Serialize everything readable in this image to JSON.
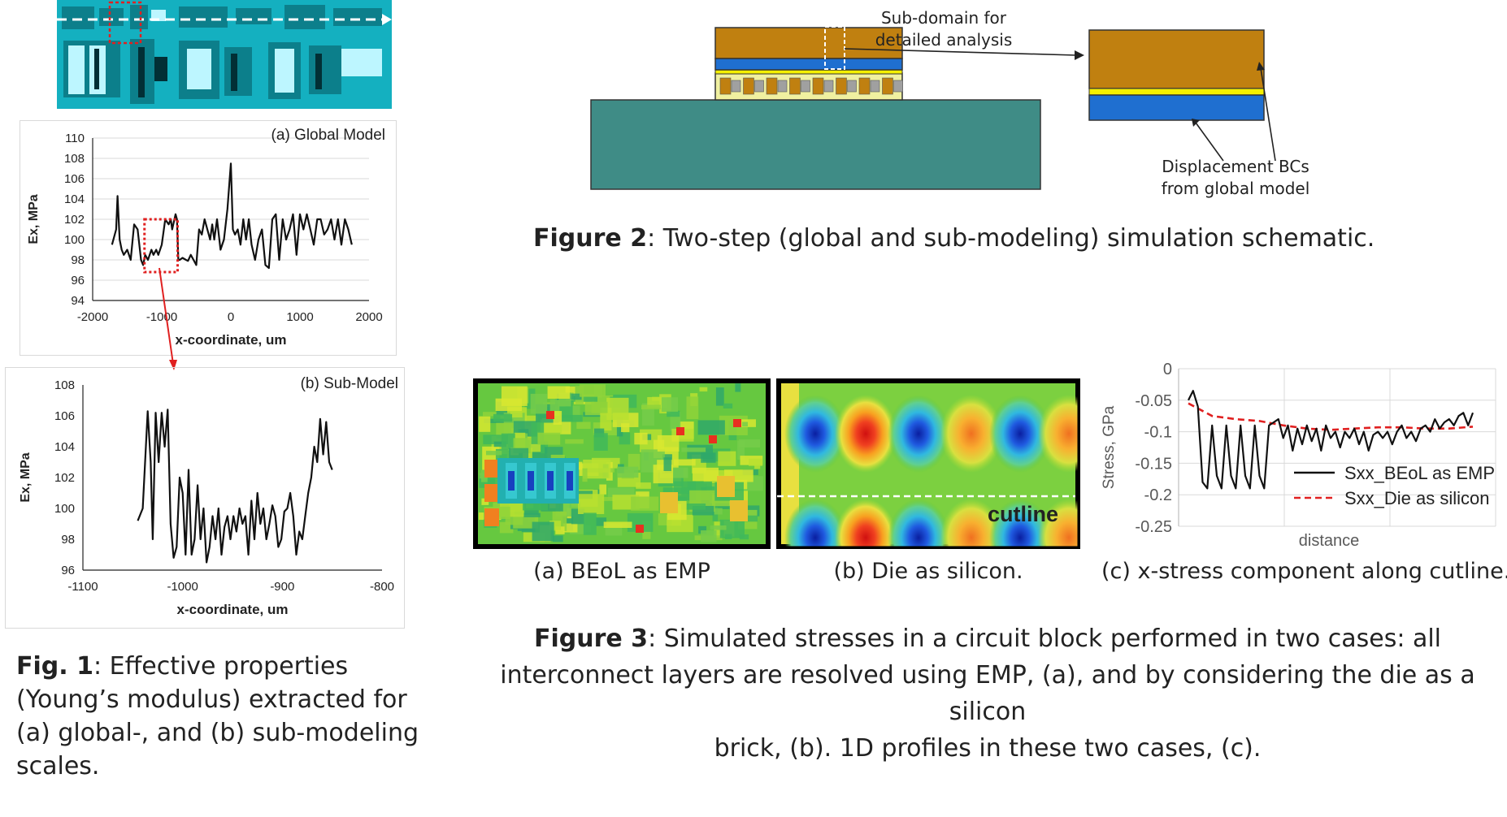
{
  "fig1": {
    "caption_label": "Fig. 1",
    "caption_text": ": Effective properties (Young’s modulus) extracted for (a) global-, and (b) sub-modeling scales.",
    "panel_a": {
      "title": "(a) Global Model",
      "ylabel": "Ex, MPa",
      "xlabel": "x-coordinate, um",
      "yticks": [
        "110",
        "108",
        "106",
        "104",
        "102",
        "100",
        "98",
        "96",
        "94"
      ],
      "xticks": [
        "-2000",
        "-1000",
        "0",
        "1000",
        "2000"
      ]
    },
    "panel_b": {
      "title": "(b) Sub-Model",
      "ylabel": "Ex, MPa",
      "xlabel": "x-coordinate, um",
      "yticks": [
        "108",
        "106",
        "104",
        "102",
        "100",
        "98",
        "96"
      ],
      "xticks": [
        "-1100",
        "-1000",
        "-900",
        "-800"
      ]
    }
  },
  "fig2": {
    "caption_label": "Figure 2",
    "caption_text": ": Two-step (global and sub-modeling) simulation schematic.",
    "label_subdomain_1": "Sub-domain for",
    "label_subdomain_2": "detailed analysis",
    "label_bc_1": "Displacement BCs",
    "label_bc_2": "from global model",
    "colors": {
      "die": "#c08010",
      "beol": "#1f6fd0",
      "bump_layer": "#f0f0a0",
      "substrate": "#3f8c86",
      "yellow": "#f5f000"
    }
  },
  "fig3": {
    "caption_label": "Figure 3",
    "caption_line1": ": Simulated stresses in a circuit block performed in two cases: all",
    "caption_line2": "interconnect layers are resolved using EMP, (a), and by considering the die as a silicon",
    "caption_line3": "brick, (b). 1D profiles in these two cases, (c).",
    "sub_a": "(a) BEoL as EMP",
    "sub_b": "(b) Die as silicon.",
    "sub_c": "(c) x-stress component along cutline.",
    "cutline_label": "cutline",
    "plot_c": {
      "ylabel": "Stress, GPa",
      "xlabel": "distance",
      "yticks": [
        "0",
        "-0.05",
        "-0.1",
        "-0.15",
        "-0.2",
        "-0.25"
      ],
      "legend": [
        "Sxx_BEoL as EMP",
        "Sxx_Die as silicon"
      ]
    }
  },
  "chart_data": [
    {
      "type": "line",
      "title": "(a) Global Model",
      "xlabel": "x-coordinate, um",
      "ylabel": "Ex, MPa",
      "xlim": [
        -2000,
        2000
      ],
      "ylim": [
        94,
        110
      ],
      "grid": true,
      "series": [
        {
          "x": [
            -1720,
            -1660,
            -1640,
            -1610,
            -1580,
            -1550,
            -1500,
            -1450,
            -1400,
            -1350,
            -1300,
            -1270,
            -1240,
            -1200,
            -1150,
            -1120,
            -1080,
            -1050,
            -1000,
            -950,
            -900,
            -870,
            -850,
            -800,
            -780,
            -760,
            -740,
            -700,
            -650,
            -620,
            -580,
            -540,
            -500,
            -460,
            -420,
            -380,
            -340,
            -300,
            -270,
            -240,
            -200,
            -150,
            -100,
            -50,
            0,
            30,
            60,
            100,
            140,
            180,
            220,
            260,
            300,
            350,
            400,
            450,
            500,
            550,
            600,
            650,
            700,
            750,
            800,
            850,
            900,
            950,
            1000,
            1050,
            1100,
            1150,
            1200,
            1250,
            1300,
            1350,
            1400,
            1450,
            1500,
            1550,
            1600,
            1650,
            1700,
            1750
          ],
          "y": [
            99.5,
            101,
            104.3,
            100,
            99,
            98.5,
            99,
            98,
            101.5,
            101,
            98,
            97.5,
            98.5,
            98,
            99,
            98.5,
            99,
            98.5,
            99.5,
            102,
            101.5,
            102,
            101,
            102.5,
            102,
            98,
            98,
            98.2,
            98,
            97.9,
            98.5,
            98,
            97.5,
            101,
            100.5,
            102,
            101,
            100,
            101.5,
            100,
            102,
            99,
            100,
            103,
            107.5,
            101,
            100.5,
            101,
            99.5,
            102,
            100,
            102,
            99.5,
            98,
            100,
            101,
            97.5,
            97.2,
            102,
            102.5,
            98,
            102,
            100,
            101,
            102.5,
            98.5,
            102.5,
            101,
            102.5,
            101,
            99.5,
            102,
            102,
            100.5,
            101,
            102,
            100,
            102,
            99.5,
            102,
            101,
            99.5
          ]
        }
      ]
    },
    {
      "type": "line",
      "title": "(b) Sub-Model",
      "xlabel": "x-coordinate, um",
      "ylabel": "Ex, MPa",
      "xlim": [
        -1100,
        -800
      ],
      "ylim": [
        96,
        108
      ],
      "grid": false,
      "series": [
        {
          "x": [
            -1045,
            -1040,
            -1035,
            -1032,
            -1030,
            -1027,
            -1024,
            -1021,
            -1018,
            -1015,
            -1012,
            -1009,
            -1006,
            -1003,
            -1000,
            -997,
            -994,
            -991,
            -988,
            -985,
            -982,
            -979,
            -976,
            -973,
            -970,
            -967,
            -964,
            -961,
            -958,
            -955,
            -952,
            -949,
            -946,
            -943,
            -940,
            -937,
            -934,
            -931,
            -928,
            -925,
            -922,
            -919,
            -916,
            -913,
            -910,
            -907,
            -904,
            -901,
            -898,
            -895,
            -892,
            -889,
            -886,
            -883,
            -880,
            -877,
            -874,
            -871,
            -868,
            -865,
            -862,
            -859,
            -856,
            -853,
            -850
          ],
          "y": [
            99.2,
            100,
            106.3,
            103,
            98,
            106.2,
            103,
            106.2,
            104,
            106.4,
            99,
            96.8,
            97.5,
            102,
            101,
            97,
            102.5,
            97,
            98,
            101.5,
            98,
            100,
            96.5,
            97.5,
            99.5,
            98,
            100,
            97,
            98.8,
            99.5,
            98,
            99.5,
            98.5,
            100,
            99,
            99.5,
            97,
            100.5,
            98,
            101,
            99,
            100,
            98,
            99,
            100.2,
            99.5,
            97.5,
            98,
            99.8,
            100,
            101,
            99.5,
            97,
            98.5,
            98,
            99.5,
            101,
            102,
            104,
            103,
            105.8,
            103.5,
            105.6,
            103,
            102.5
          ]
        }
      ]
    },
    {
      "type": "line",
      "title": "",
      "xlabel": "distance",
      "ylabel": "Stress, GPa",
      "ylim": [
        -0.25,
        0
      ],
      "grid": true,
      "series": [
        {
          "name": "Sxx_BEoL as EMP",
          "x": [
            0,
            1,
            2,
            3,
            4,
            5,
            6,
            7,
            8,
            9,
            10,
            11,
            12,
            13,
            14,
            15,
            16,
            17,
            18,
            19,
            20,
            21,
            22,
            23,
            24,
            25,
            26,
            27,
            28,
            29,
            30,
            31,
            32,
            33,
            34,
            35,
            36,
            37,
            38,
            39,
            40,
            41,
            42,
            43,
            44,
            45,
            46,
            47,
            48,
            49,
            50,
            51,
            52,
            53,
            54,
            55,
            56,
            57,
            58,
            59,
            60
          ],
          "y": [
            -0.05,
            -0.035,
            -0.06,
            -0.18,
            -0.19,
            -0.09,
            -0.17,
            -0.19,
            -0.09,
            -0.17,
            -0.19,
            -0.09,
            -0.17,
            -0.19,
            -0.09,
            -0.17,
            -0.19,
            -0.09,
            -0.085,
            -0.08,
            -0.11,
            -0.09,
            -0.13,
            -0.095,
            -0.12,
            -0.09,
            -0.115,
            -0.095,
            -0.13,
            -0.09,
            -0.11,
            -0.1,
            -0.125,
            -0.1,
            -0.11,
            -0.095,
            -0.12,
            -0.1,
            -0.13,
            -0.105,
            -0.1,
            -0.11,
            -0.1,
            -0.12,
            -0.1,
            -0.09,
            -0.11,
            -0.1,
            -0.115,
            -0.095,
            -0.09,
            -0.1,
            -0.08,
            -0.095,
            -0.085,
            -0.08,
            -0.09,
            -0.075,
            -0.07,
            -0.09,
            -0.07
          ]
        },
        {
          "name": "Sxx_Die as silicon",
          "x": [
            0,
            5,
            10,
            15,
            20,
            25,
            30,
            35,
            40,
            45,
            50,
            55,
            60
          ],
          "y": [
            -0.055,
            -0.075,
            -0.08,
            -0.083,
            -0.09,
            -0.095,
            -0.097,
            -0.095,
            -0.093,
            -0.093,
            -0.095,
            -0.095,
            -0.092
          ]
        }
      ]
    }
  ]
}
